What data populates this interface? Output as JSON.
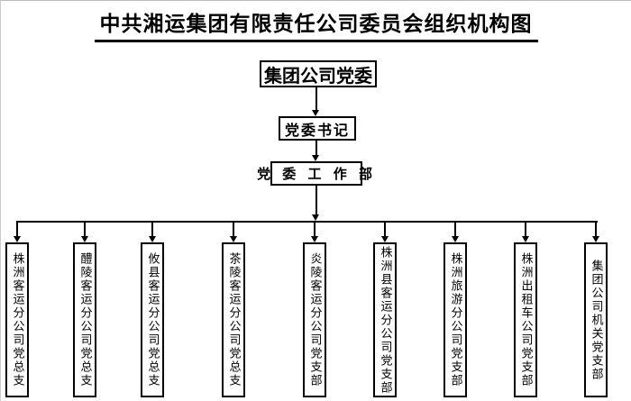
{
  "title": "中共湘运集团有限责任公司委员会组织机构图",
  "nodes": {
    "root": "集团公司党委",
    "secretary": "党委书记",
    "work_dept": "党 委 工 作 部"
  },
  "branches": [
    "株洲客运分公司党总支",
    "醴陵客运分公司党总支",
    "攸县客运分公司党总支",
    "茶陵客运分公司党总支",
    "炎陵客运分公司党支部",
    "株洲县客运分公司党支部",
    "株洲旅游分公司党支部",
    "株洲出租车公司党支部",
    "集团公司机关党支部"
  ]
}
